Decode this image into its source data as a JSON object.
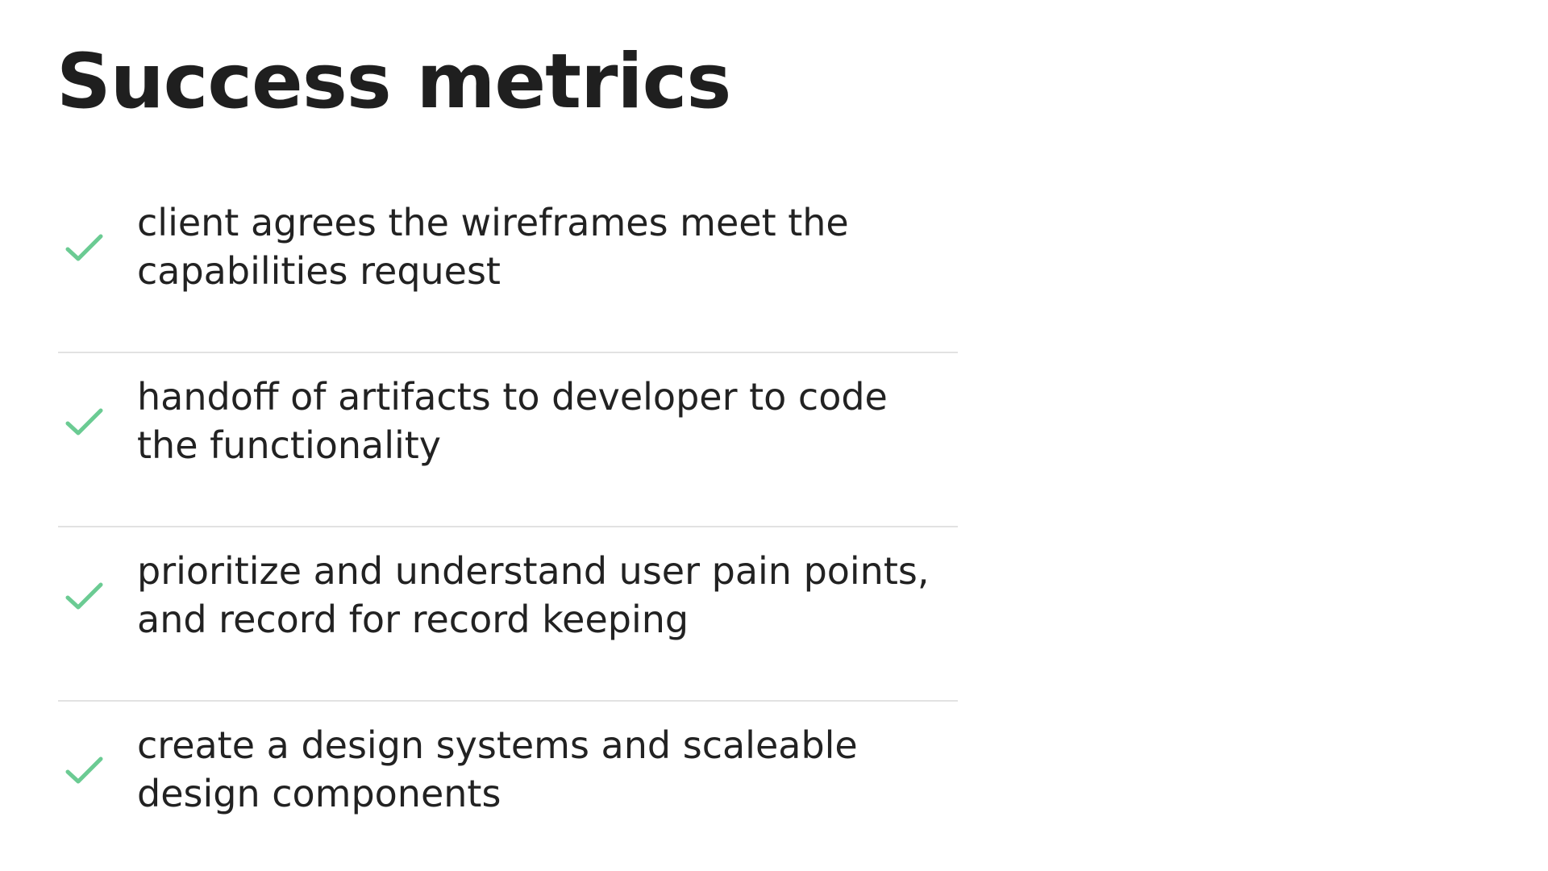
{
  "slide": {
    "title": "Success metrics",
    "accent_color": "#6bcb93",
    "items": [
      {
        "icon": "check-icon",
        "text": "client agrees the wireframes meet the capabilities request"
      },
      {
        "icon": "check-icon",
        "text": "handoff of artifacts to developer to code the functionality"
      },
      {
        "icon": "check-icon",
        "text": "prioritize and understand user pain points, and record for record keeping"
      },
      {
        "icon": "check-icon",
        "text": "create a design systems and scaleable design components"
      }
    ]
  }
}
